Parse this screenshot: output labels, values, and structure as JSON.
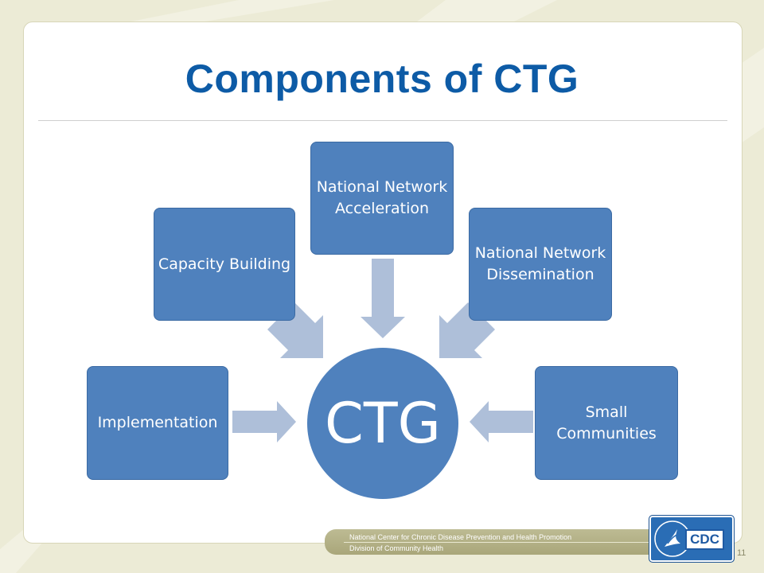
{
  "slide": {
    "title": "Components of CTG",
    "page_number": "11"
  },
  "diagram": {
    "hub": "CTG",
    "components": [
      {
        "label": "Implementation"
      },
      {
        "label": "Capacity Building"
      },
      {
        "label": "National Network Acceleration"
      },
      {
        "label": "National Network Dissemination"
      },
      {
        "label": "Small Communities"
      }
    ]
  },
  "footer": {
    "line1": "National Center for Chronic Disease Prevention and Health Promotion",
    "line2": "Division of Community Health",
    "logo_text": "CDC"
  },
  "colors": {
    "title": "#0d5ba6",
    "box": "#4f81bd",
    "arrow": "#aebfd9",
    "background": "#ecebd6"
  }
}
